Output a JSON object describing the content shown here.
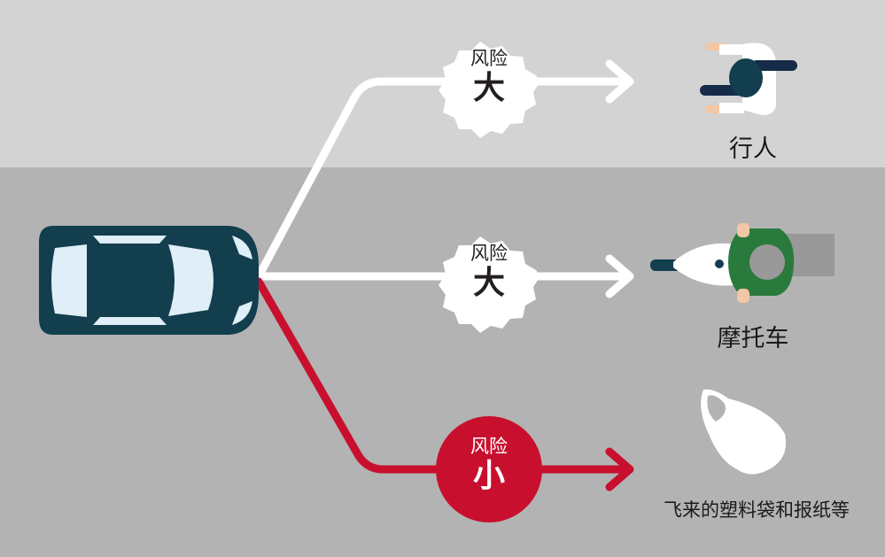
{
  "colors": {
    "background_top": "#d3d3d3",
    "background_bottom": "#b3b3b3",
    "path_white": "#ffffff",
    "path_red": "#c8102e",
    "car_body": "#123e4e",
    "car_glass": "#dfeef7"
  },
  "branches": [
    {
      "risk_label": "风险",
      "risk_level": "大",
      "object_label": "行人",
      "style": "white",
      "object_icon": "pedestrian-icon"
    },
    {
      "risk_label": "风险",
      "risk_level": "大",
      "object_label": "摩托车",
      "style": "white",
      "object_icon": "motorcycle-icon"
    },
    {
      "risk_label": "风险",
      "risk_level": "小",
      "object_label": "飞来的塑料袋和报纸等",
      "style": "red",
      "object_icon": "plastic-bag-icon"
    }
  ]
}
